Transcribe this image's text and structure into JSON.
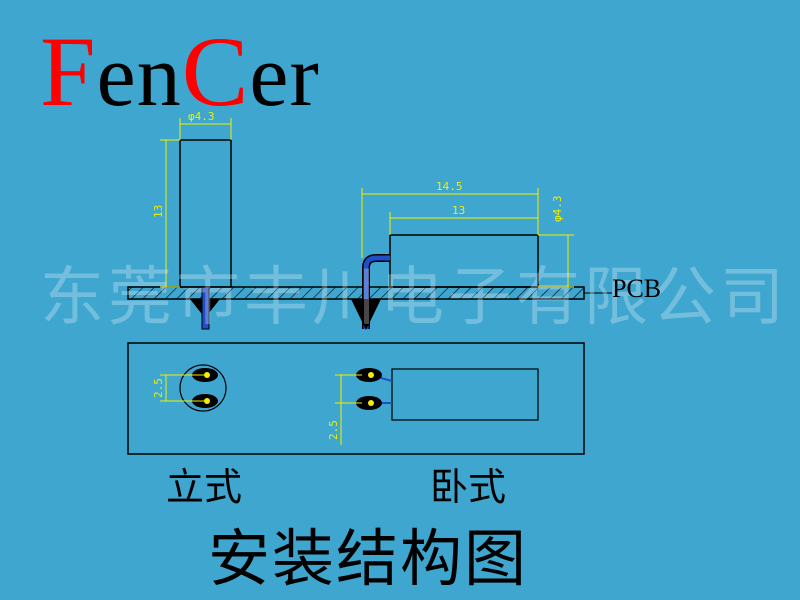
{
  "logo": {
    "letters": [
      {
        "ch": "F",
        "color": "#FF0000"
      },
      {
        "ch": "e",
        "color": "#000000"
      },
      {
        "ch": "n",
        "color": "#000000"
      },
      {
        "ch": "C",
        "color": "#FF0000"
      },
      {
        "ch": "e",
        "color": "#000000"
      },
      {
        "ch": "r",
        "color": "#000000"
      }
    ]
  },
  "watermark": "东莞市丰川电子有限公司",
  "pcb_label": "PCB",
  "dimensions": {
    "vertical_diameter": "φ4.3",
    "vertical_height": "13",
    "horizontal_overall": "14.5",
    "horizontal_body": "13",
    "horizontal_diameter": "φ4.3",
    "pitch_vertical": "2.5",
    "pitch_horizontal": "2.5"
  },
  "labels": {
    "vertical": "立式",
    "horizontal": "卧式"
  },
  "title": "安装结构图",
  "colors": {
    "background": "#3EA6CF",
    "dimension": "#F0F000",
    "lead": "#1E4FC8",
    "accent": "#FF0000"
  }
}
